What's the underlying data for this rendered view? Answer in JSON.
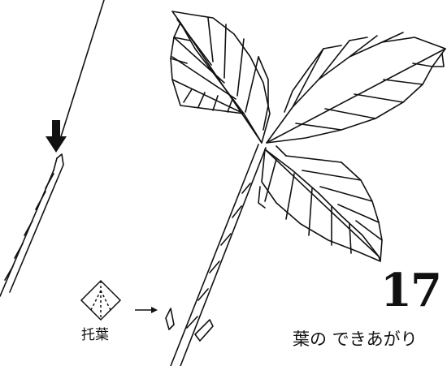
{
  "diagram": {
    "step_number": "17",
    "caption": "葉の できあがり",
    "stipule_label": "托葉",
    "colors": {
      "ink": "#111111",
      "paper": "#ffffff"
    },
    "icons": [
      "down-arrow-icon",
      "right-arrow-icon",
      "folded-stipule-icon"
    ]
  }
}
